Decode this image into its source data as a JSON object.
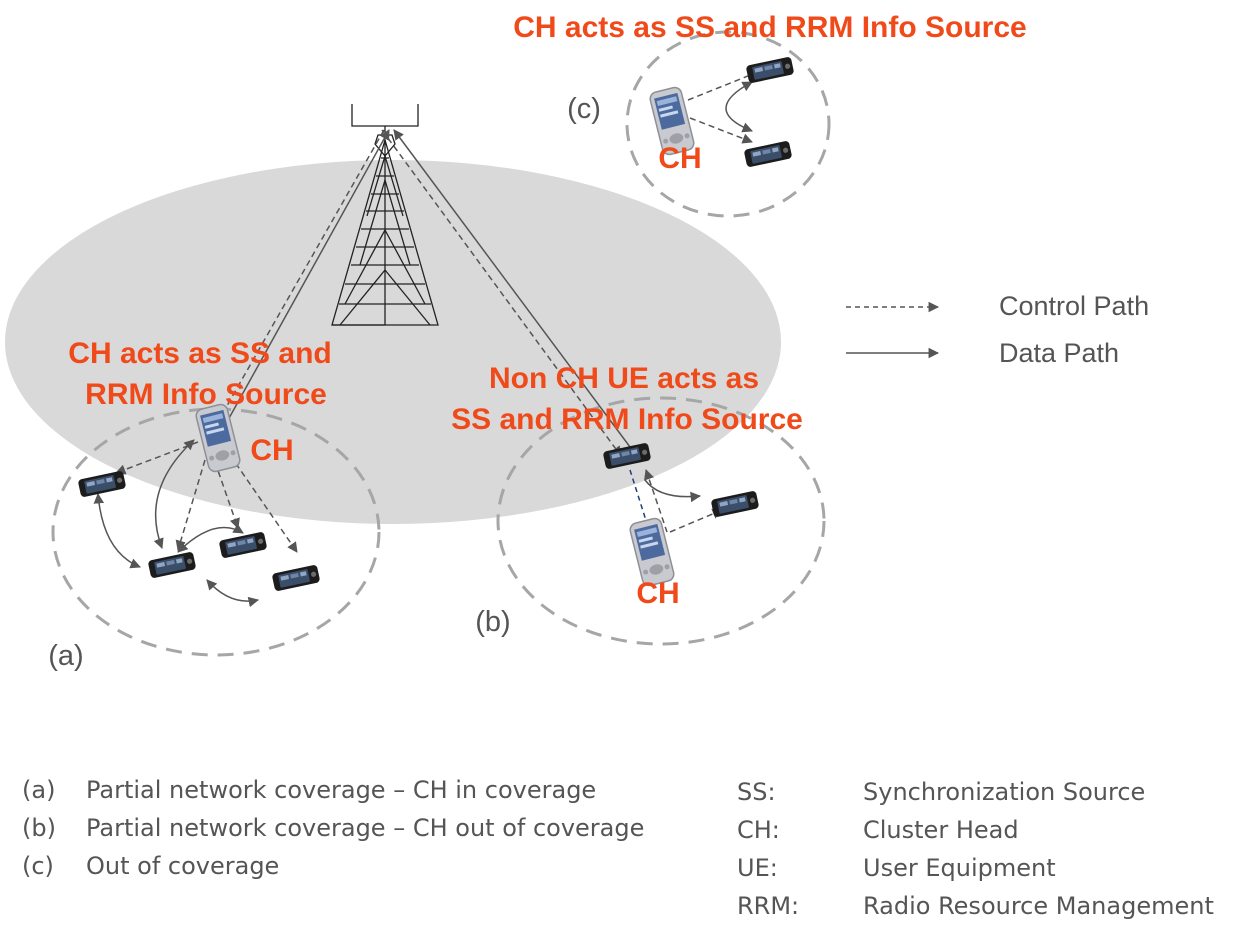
{
  "colors": {
    "accent_red": "#f04a1a",
    "coverage_fill": "#d9d9d9",
    "line": "#555555",
    "cluster_border": "#a6a6a6"
  },
  "titles": {
    "c_line1": "CH acts as SS and RRM Info Source",
    "a_line1": "CH acts as SS and",
    "a_line2": "RRM Info Source",
    "b_line1": "Non CH UE acts as",
    "b_line2": "SS and RRM Info Source"
  },
  "ch_label": "CH",
  "cluster_labels": {
    "a": "(a)",
    "b": "(b)",
    "c": "(c)"
  },
  "legend": {
    "control": "Control Path",
    "data": "Data Path"
  },
  "notes": [
    {
      "key": "(a)",
      "text": "Partial network coverage – CH in coverage"
    },
    {
      "key": "(b)",
      "text": "Partial network coverage – CH out of coverage"
    },
    {
      "key": "(c)",
      "text": "Out of coverage"
    }
  ],
  "abbreviations": [
    {
      "key": "SS:",
      "text": "Synchronization Source"
    },
    {
      "key": "CH:",
      "text": "Cluster Head"
    },
    {
      "key": "UE:",
      "text": "User Equipment"
    },
    {
      "key": "RRM:",
      "text": "Radio Resource Management"
    }
  ],
  "icons": [
    "tower-icon",
    "smartphone-icon",
    "pda-icon"
  ]
}
